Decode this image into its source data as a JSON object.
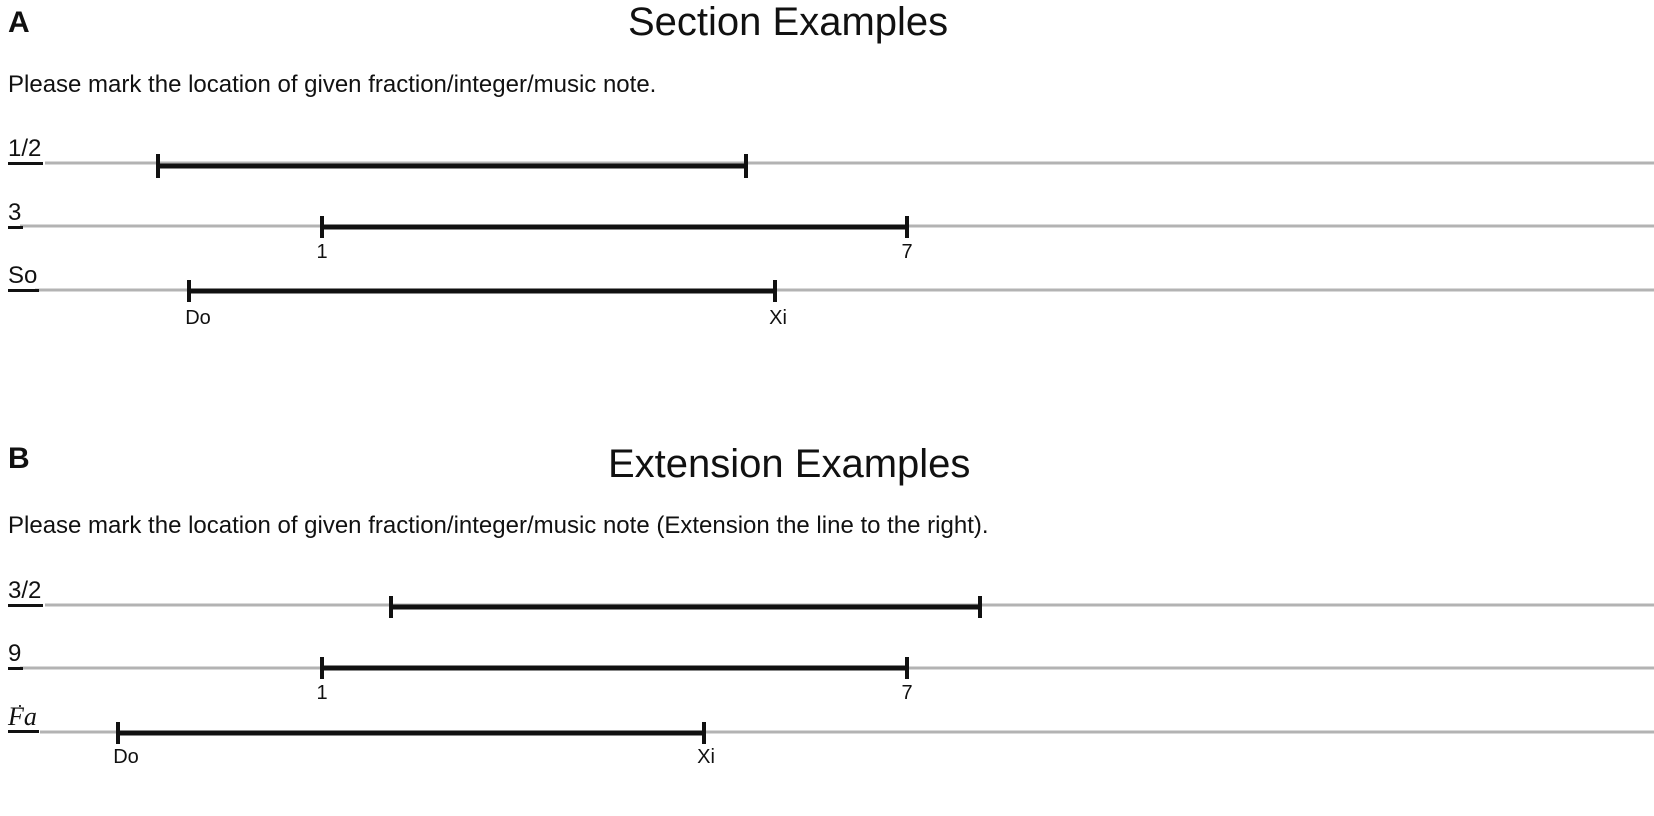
{
  "panels": [
    {
      "letter": "A",
      "title": "Section Examples",
      "instruction": "Please mark the location of given fraction/integer/music note.",
      "rows": [
        {
          "label": "1/2",
          "left_label": "",
          "right_label": ""
        },
        {
          "label": "3",
          "left_label": "1",
          "right_label": "7"
        },
        {
          "label": "So",
          "left_label": "Do",
          "right_label": "Xi"
        }
      ]
    },
    {
      "letter": "B",
      "title": "Extension Examples",
      "instruction": "Please mark the location of given fraction/integer/music note (Extension the line to the right).",
      "rows": [
        {
          "label": "3/2",
          "left_label": "",
          "right_label": ""
        },
        {
          "label": "9",
          "left_label": "1",
          "right_label": "7"
        },
        {
          "label": "Fa",
          "left_label": "Do",
          "right_label": "Xi"
        }
      ]
    }
  ],
  "colors": {
    "guide_line": "#b3b3b3",
    "segment": "#111111"
  }
}
